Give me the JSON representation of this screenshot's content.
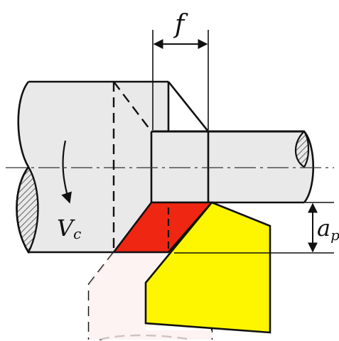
{
  "labels": {
    "feed": "f",
    "cutting_speed": "Vc",
    "depth_of_cut": "ap"
  },
  "colors": {
    "background": "#ffffff",
    "workpiece_fill": "#e9e9e9",
    "outline": "#111111",
    "chip_section": "#ef2612",
    "tool_face": "#fdf600",
    "hatch": "#222222"
  }
}
